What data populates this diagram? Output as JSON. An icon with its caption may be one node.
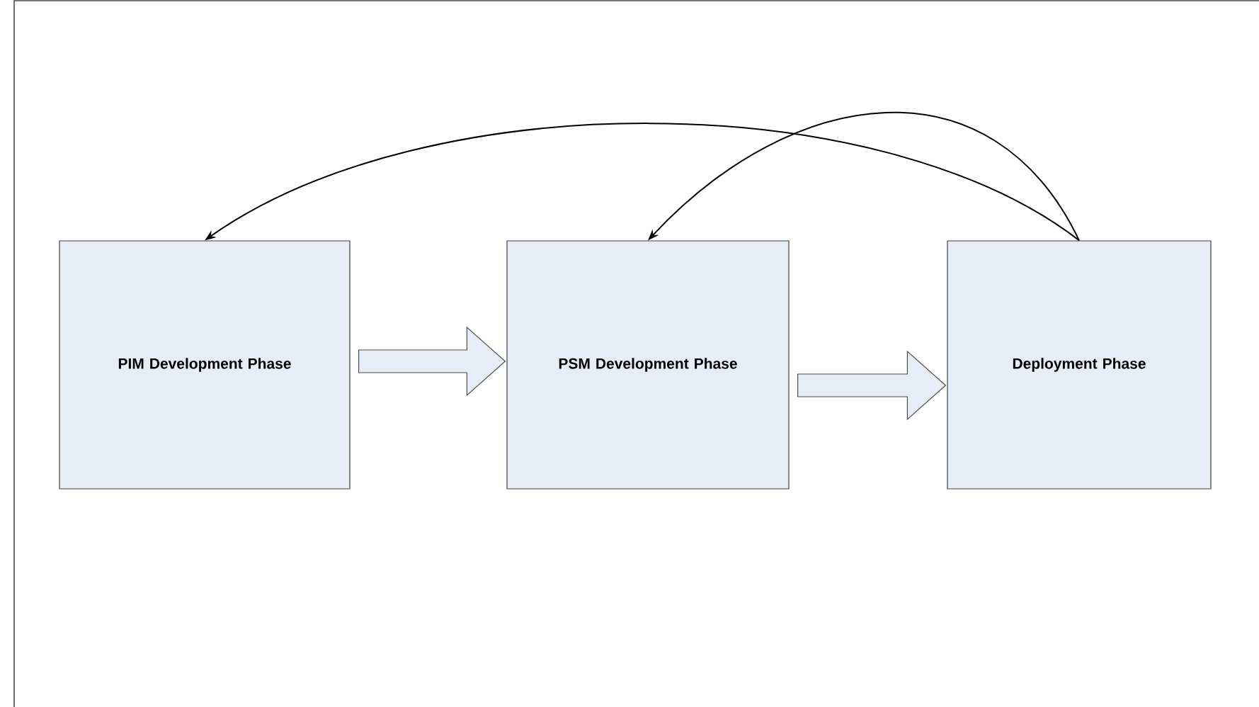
{
  "diagram": {
    "nodes": [
      {
        "text": [
          "PIM Development Phase"
        ]
      },
      {
        "text": [
          "PSM Development Phase"
        ]
      },
      {
        "text": [
          "Deployment Phase"
        ]
      }
    ],
    "edges": [
      {
        "from": 0,
        "to": 1,
        "arrow": "to"
      },
      {
        "from": 1,
        "to": 2,
        "arrow": "to"
      },
      {
        "from": 2,
        "to": 0,
        "arrow": "to"
      },
      {
        "from": 2,
        "to": 1,
        "arrow": "to"
      }
    ]
  }
}
